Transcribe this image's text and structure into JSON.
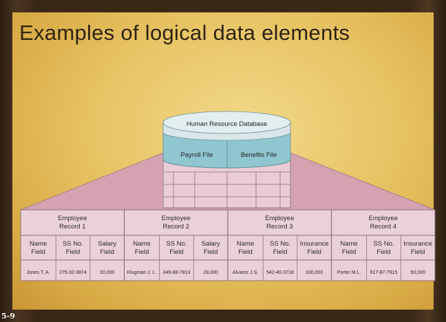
{
  "slide": {
    "title": "Examples of logical data elements",
    "slide_number": "5-9"
  },
  "database": {
    "label": "Human Resource Database",
    "files": [
      "Payroll File",
      "Benefits File"
    ]
  },
  "records": [
    {
      "name_line1": "Employee",
      "name_line2": "Record 1",
      "fields": [
        [
          "Name",
          "Field"
        ],
        [
          "SS No.",
          "Field"
        ],
        [
          "Salary",
          "Field"
        ]
      ],
      "values": [
        "Jones T. A.",
        "275-32-3874",
        "20,000"
      ]
    },
    {
      "name_line1": "Employee",
      "name_line2": "Record 2",
      "fields": [
        [
          "Name",
          "Field"
        ],
        [
          "SS No.",
          "Field"
        ],
        [
          "Salary",
          "Field"
        ]
      ],
      "values": [
        "Klugman J. L.",
        "349-88-7913",
        "28,000"
      ]
    },
    {
      "name_line1": "Employee",
      "name_line2": "Record 3",
      "fields": [
        [
          "Name",
          "Field"
        ],
        [
          "SS No.",
          "Field"
        ],
        [
          "Insurance",
          "Field"
        ]
      ],
      "values": [
        "Alvarez J.S.",
        "542-40-3718",
        "100,000"
      ]
    },
    {
      "name_line1": "Employee",
      "name_line2": "Record 4",
      "fields": [
        [
          "Name",
          "Field"
        ],
        [
          "SS No.",
          "Field"
        ],
        [
          "Insurance",
          "Field"
        ]
      ],
      "values": [
        "Porter M.L.",
        "617-87-7915",
        "50,000"
      ]
    }
  ],
  "colors": {
    "cylinder_top": "#d9e7ea",
    "cylinder_files": "#8fc6cf",
    "cylinder_body": "#e9ccd4",
    "funnel": "#d4a2b0",
    "table_fill": "#ead0d7",
    "table_line": "#8a6f78"
  }
}
